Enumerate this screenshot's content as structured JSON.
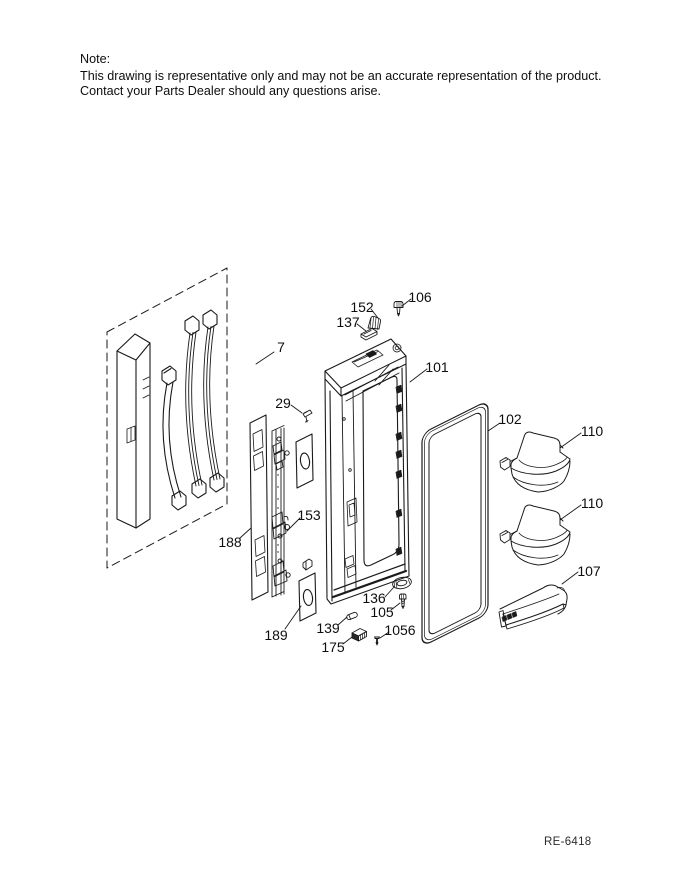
{
  "note": {
    "title": "Note:",
    "line1": "This drawing is representative only and may not be an accurate representation of the product.",
    "line2": "Contact your Parts Dealer should any questions arise."
  },
  "diagram": {
    "type": "exploded-parts-diagram",
    "subject": "Refrigerator door assembly exploded view",
    "ink_color": "#1a1a1a",
    "labels": [
      {
        "part": "7"
      },
      {
        "part": "152"
      },
      {
        "part": "106"
      },
      {
        "part": "137"
      },
      {
        "part": "101"
      },
      {
        "part": "29"
      },
      {
        "part": "102"
      },
      {
        "part": "110"
      },
      {
        "part": "110"
      },
      {
        "part": "107"
      },
      {
        "part": "188"
      },
      {
        "part": "153"
      },
      {
        "part": "189"
      },
      {
        "part": "136"
      },
      {
        "part": "105"
      },
      {
        "part": "139"
      },
      {
        "part": "175"
      },
      {
        "part": "1056"
      }
    ]
  },
  "footer": {
    "drawing_number": "RE-6418"
  }
}
